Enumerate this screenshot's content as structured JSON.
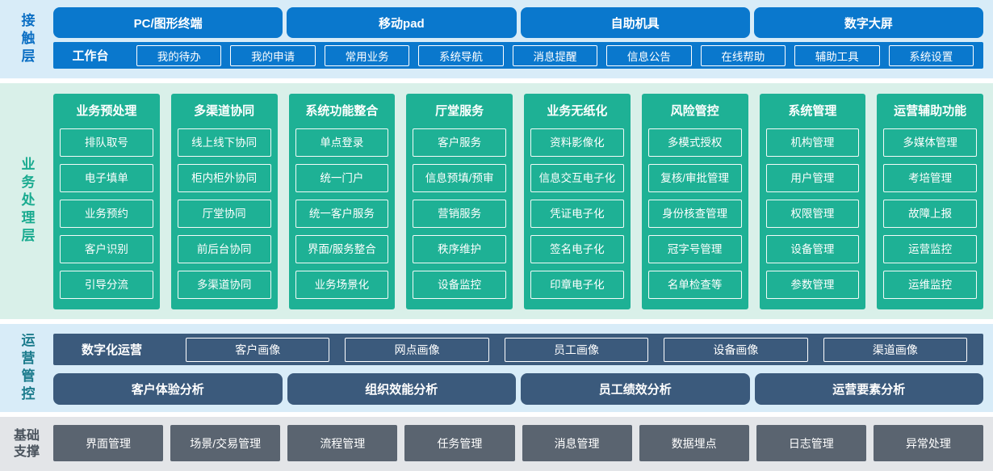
{
  "colors": {
    "primary_blue": "#0a78cd",
    "teal_green": "#1eb195",
    "dark_navy": "#3b5a7c",
    "slate_gray": "#5a6470",
    "contact_bg": "#d8ecf8",
    "business_bg": "#d9f0e9",
    "ops_bg": "#d8ecf8",
    "foundation_bg": "#e3e5e8"
  },
  "contact_layer": {
    "label": "接触层",
    "terminals": [
      "PC/图形终端",
      "移动pad",
      "自助机具",
      "数字大屏"
    ],
    "workbench": {
      "label": "工作台",
      "items": [
        "我的待办",
        "我的申请",
        "常用业务",
        "系统导航",
        "消息提醒",
        "信息公告",
        "在线帮助",
        "辅助工具",
        "系统设置"
      ]
    }
  },
  "business_layer": {
    "label": "业务处理层",
    "columns": [
      {
        "title": "业务预处理",
        "items": [
          "排队取号",
          "电子填单",
          "业务预约",
          "客户识别",
          "引导分流"
        ]
      },
      {
        "title": "多渠道协同",
        "items": [
          "线上线下协同",
          "柜内柜外协同",
          "厅堂协同",
          "前后台协同",
          "多渠道协同"
        ]
      },
      {
        "title": "系统功能整合",
        "items": [
          "单点登录",
          "统一门户",
          "统一客户服务",
          "界面/服务整合",
          "业务场景化"
        ]
      },
      {
        "title": "厅堂服务",
        "items": [
          "客户服务",
          "信息预填/预审",
          "营销服务",
          "秩序维护",
          "设备监控"
        ]
      },
      {
        "title": "业务无纸化",
        "items": [
          "资料影像化",
          "信息交互电子化",
          "凭证电子化",
          "签名电子化",
          "印章电子化"
        ]
      },
      {
        "title": "风险管控",
        "items": [
          "多模式授权",
          "复核/审批管理",
          "身份核查管理",
          "冠字号管理",
          "名单检查等"
        ]
      },
      {
        "title": "系统管理",
        "items": [
          "机构管理",
          "用户管理",
          "权限管理",
          "设备管理",
          "参数管理"
        ]
      },
      {
        "title": "运营辅助功能",
        "items": [
          "多媒体管理",
          "考培管理",
          "故障上报",
          "运营监控",
          "运维监控"
        ]
      }
    ]
  },
  "operations_layer": {
    "label": "运营管控",
    "digital_ops": {
      "label": "数字化运营",
      "items": [
        "客户画像",
        "网点画像",
        "员工画像",
        "设备画像",
        "渠道画像"
      ]
    },
    "analysis": [
      "客户体验分析",
      "组织效能分析",
      "员工绩效分析",
      "运营要素分析"
    ]
  },
  "foundation_layer": {
    "label": "基础支撑",
    "items": [
      "界面管理",
      "场景/交易管理",
      "流程管理",
      "任务管理",
      "消息管理",
      "数据埋点",
      "日志管理",
      "异常处理"
    ]
  }
}
